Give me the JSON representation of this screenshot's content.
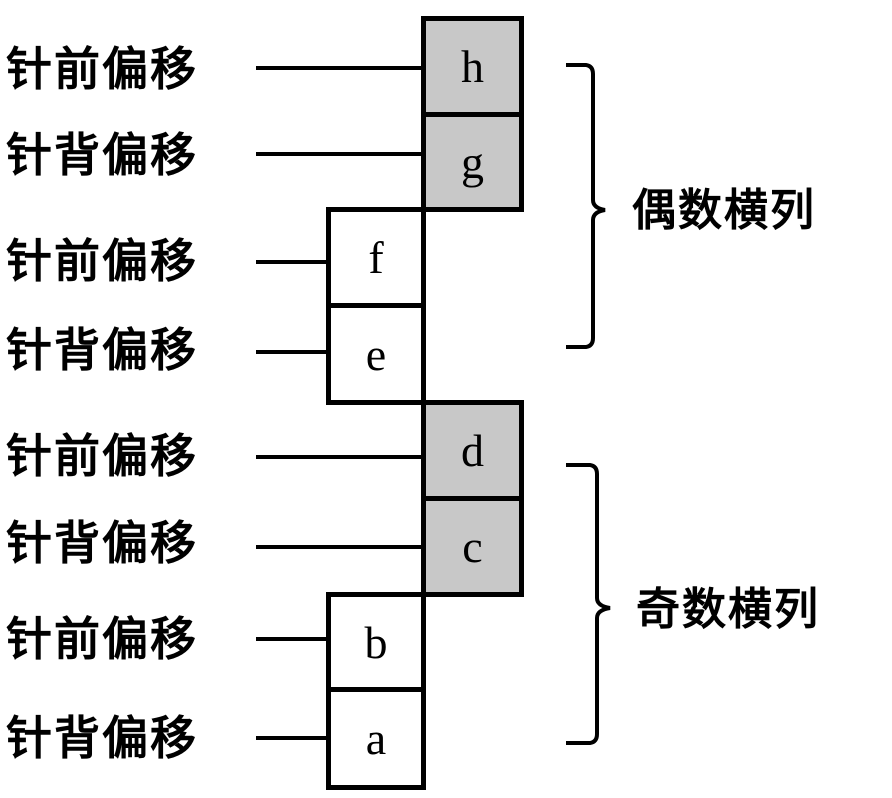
{
  "rows": [
    {
      "label": "针前偏移",
      "cell": "h",
      "shaded": true,
      "column": "right"
    },
    {
      "label": "针背偏移",
      "cell": "g",
      "shaded": true,
      "column": "right"
    },
    {
      "label": "针前偏移",
      "cell": "f",
      "shaded": false,
      "column": "left"
    },
    {
      "label": "针背偏移",
      "cell": "e",
      "shaded": false,
      "column": "left"
    },
    {
      "label": "针前偏移",
      "cell": "d",
      "shaded": true,
      "column": "right"
    },
    {
      "label": "针背偏移",
      "cell": "c",
      "shaded": true,
      "column": "right"
    },
    {
      "label": "针前偏移",
      "cell": "b",
      "shaded": false,
      "column": "left"
    },
    {
      "label": "针背偏移",
      "cell": "a",
      "shaded": false,
      "column": "left"
    }
  ],
  "groups": [
    {
      "label": "偶数横列",
      "covers": [
        "h",
        "g",
        "f",
        "e"
      ]
    },
    {
      "label": "奇数横列",
      "covers": [
        "d",
        "c",
        "b",
        "a"
      ]
    }
  ],
  "colors": {
    "shaded_fill": "#c8c8c8",
    "plain_fill": "#ffffff",
    "stroke": "#000000"
  }
}
